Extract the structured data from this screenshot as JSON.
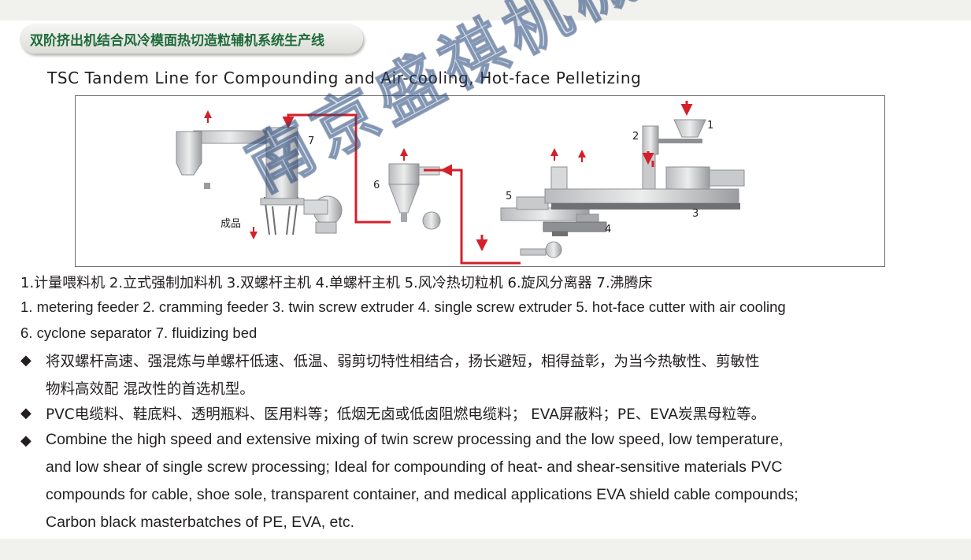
{
  "header": {
    "title_cn": "双阶挤出机结合风冷模面热切造粒辅机系统生产线",
    "title_en": "TSC Tandem Line for Compounding and Air-cooling, Hot-face Pelletizing"
  },
  "diagram": {
    "labels": [
      "1",
      "2",
      "3",
      "4",
      "5",
      "6",
      "7",
      "成品"
    ],
    "colors": {
      "line": "#6d6e70",
      "flow_arrow": "#d3202a",
      "machine": "#8e9094",
      "base": "#6f7073"
    }
  },
  "legend": {
    "cn": "1.计量喂料机  2.立式强制加料机  3.双螺杆主机  4.单螺杆主机     5.风冷热切粒机  6.旋风分离器  7.沸腾床",
    "en_line1": "1. metering feeder  2. cramming feeder  3. twin screw extruder  4. single screw extruder  5. hot-face cutter with air cooling",
    "en_line2": "6. cyclone separator  7. fluidizing bed"
  },
  "bullets": {
    "symbol": "◆",
    "b1_line1": "将双螺杆高速、强混炼与单螺杆低速、低温、弱剪切特性相结合，扬长避短，相得益彰，为当今热敏性、剪敏性",
    "b1_line2": "物料高效配 混改性的首选机型。",
    "b2": "PVC电缆料、鞋底料、透明瓶料、医用料等；低烟无卤或低卤阻燃电缆料；  EVA屏蔽料；PE、EVA炭黑母粒等。",
    "b3_line1": "Combine  the  high  speed  and  extensive  mixing of twin screw processing and the low speed, low temperature,",
    "b3_line2": "and low shear of single screw processing; Ideal for compounding of heat- and shear-sensitive materials PVC",
    "b3_line3": "compounds for cable, shoe sole, transparent container, and medical applications EVA shield cable compounds;",
    "b3_line4": "Carbon black masterbatches of PE, EVA, etc."
  },
  "watermark": "南京盛祺机械科技"
}
